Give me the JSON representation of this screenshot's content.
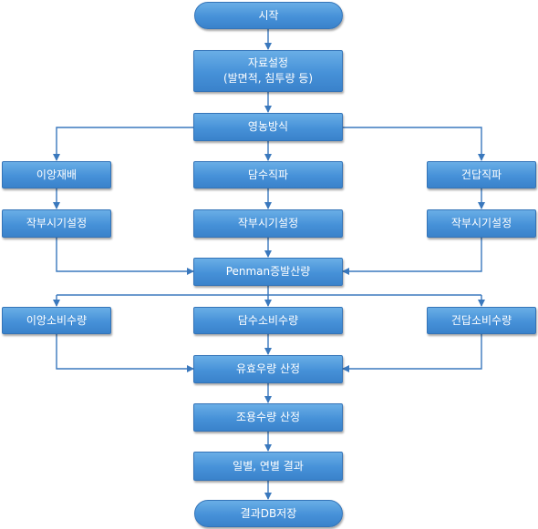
{
  "nodes": {
    "start": "시작",
    "data_setup_line1": "자료설정",
    "data_setup_line2": "(발면적, 침투량 등)",
    "farming_method": "영농방식",
    "transplant": "이앙재배",
    "wet_seeding": "담수직파",
    "dry_seeding": "건답직파",
    "sowing_setup_1": "작부시기설정",
    "sowing_setup_2": "작부시기설정",
    "sowing_setup_3": "작부시기설정",
    "penman": "Penman증발산량",
    "transplant_consumption": "이앙소비수량",
    "wet_consumption": "담수소비수량",
    "dry_consumption": "건답소비수량",
    "effective_rain": "유효우량 산정",
    "irrigation": "조용수량 산정",
    "results": "일별, 연별 결과",
    "save_db": "결과DB저장"
  },
  "colors": {
    "node_fill": "#4691d8",
    "node_border": "#3474b8",
    "connector": "#3a78bd",
    "text": "#ffffff"
  }
}
